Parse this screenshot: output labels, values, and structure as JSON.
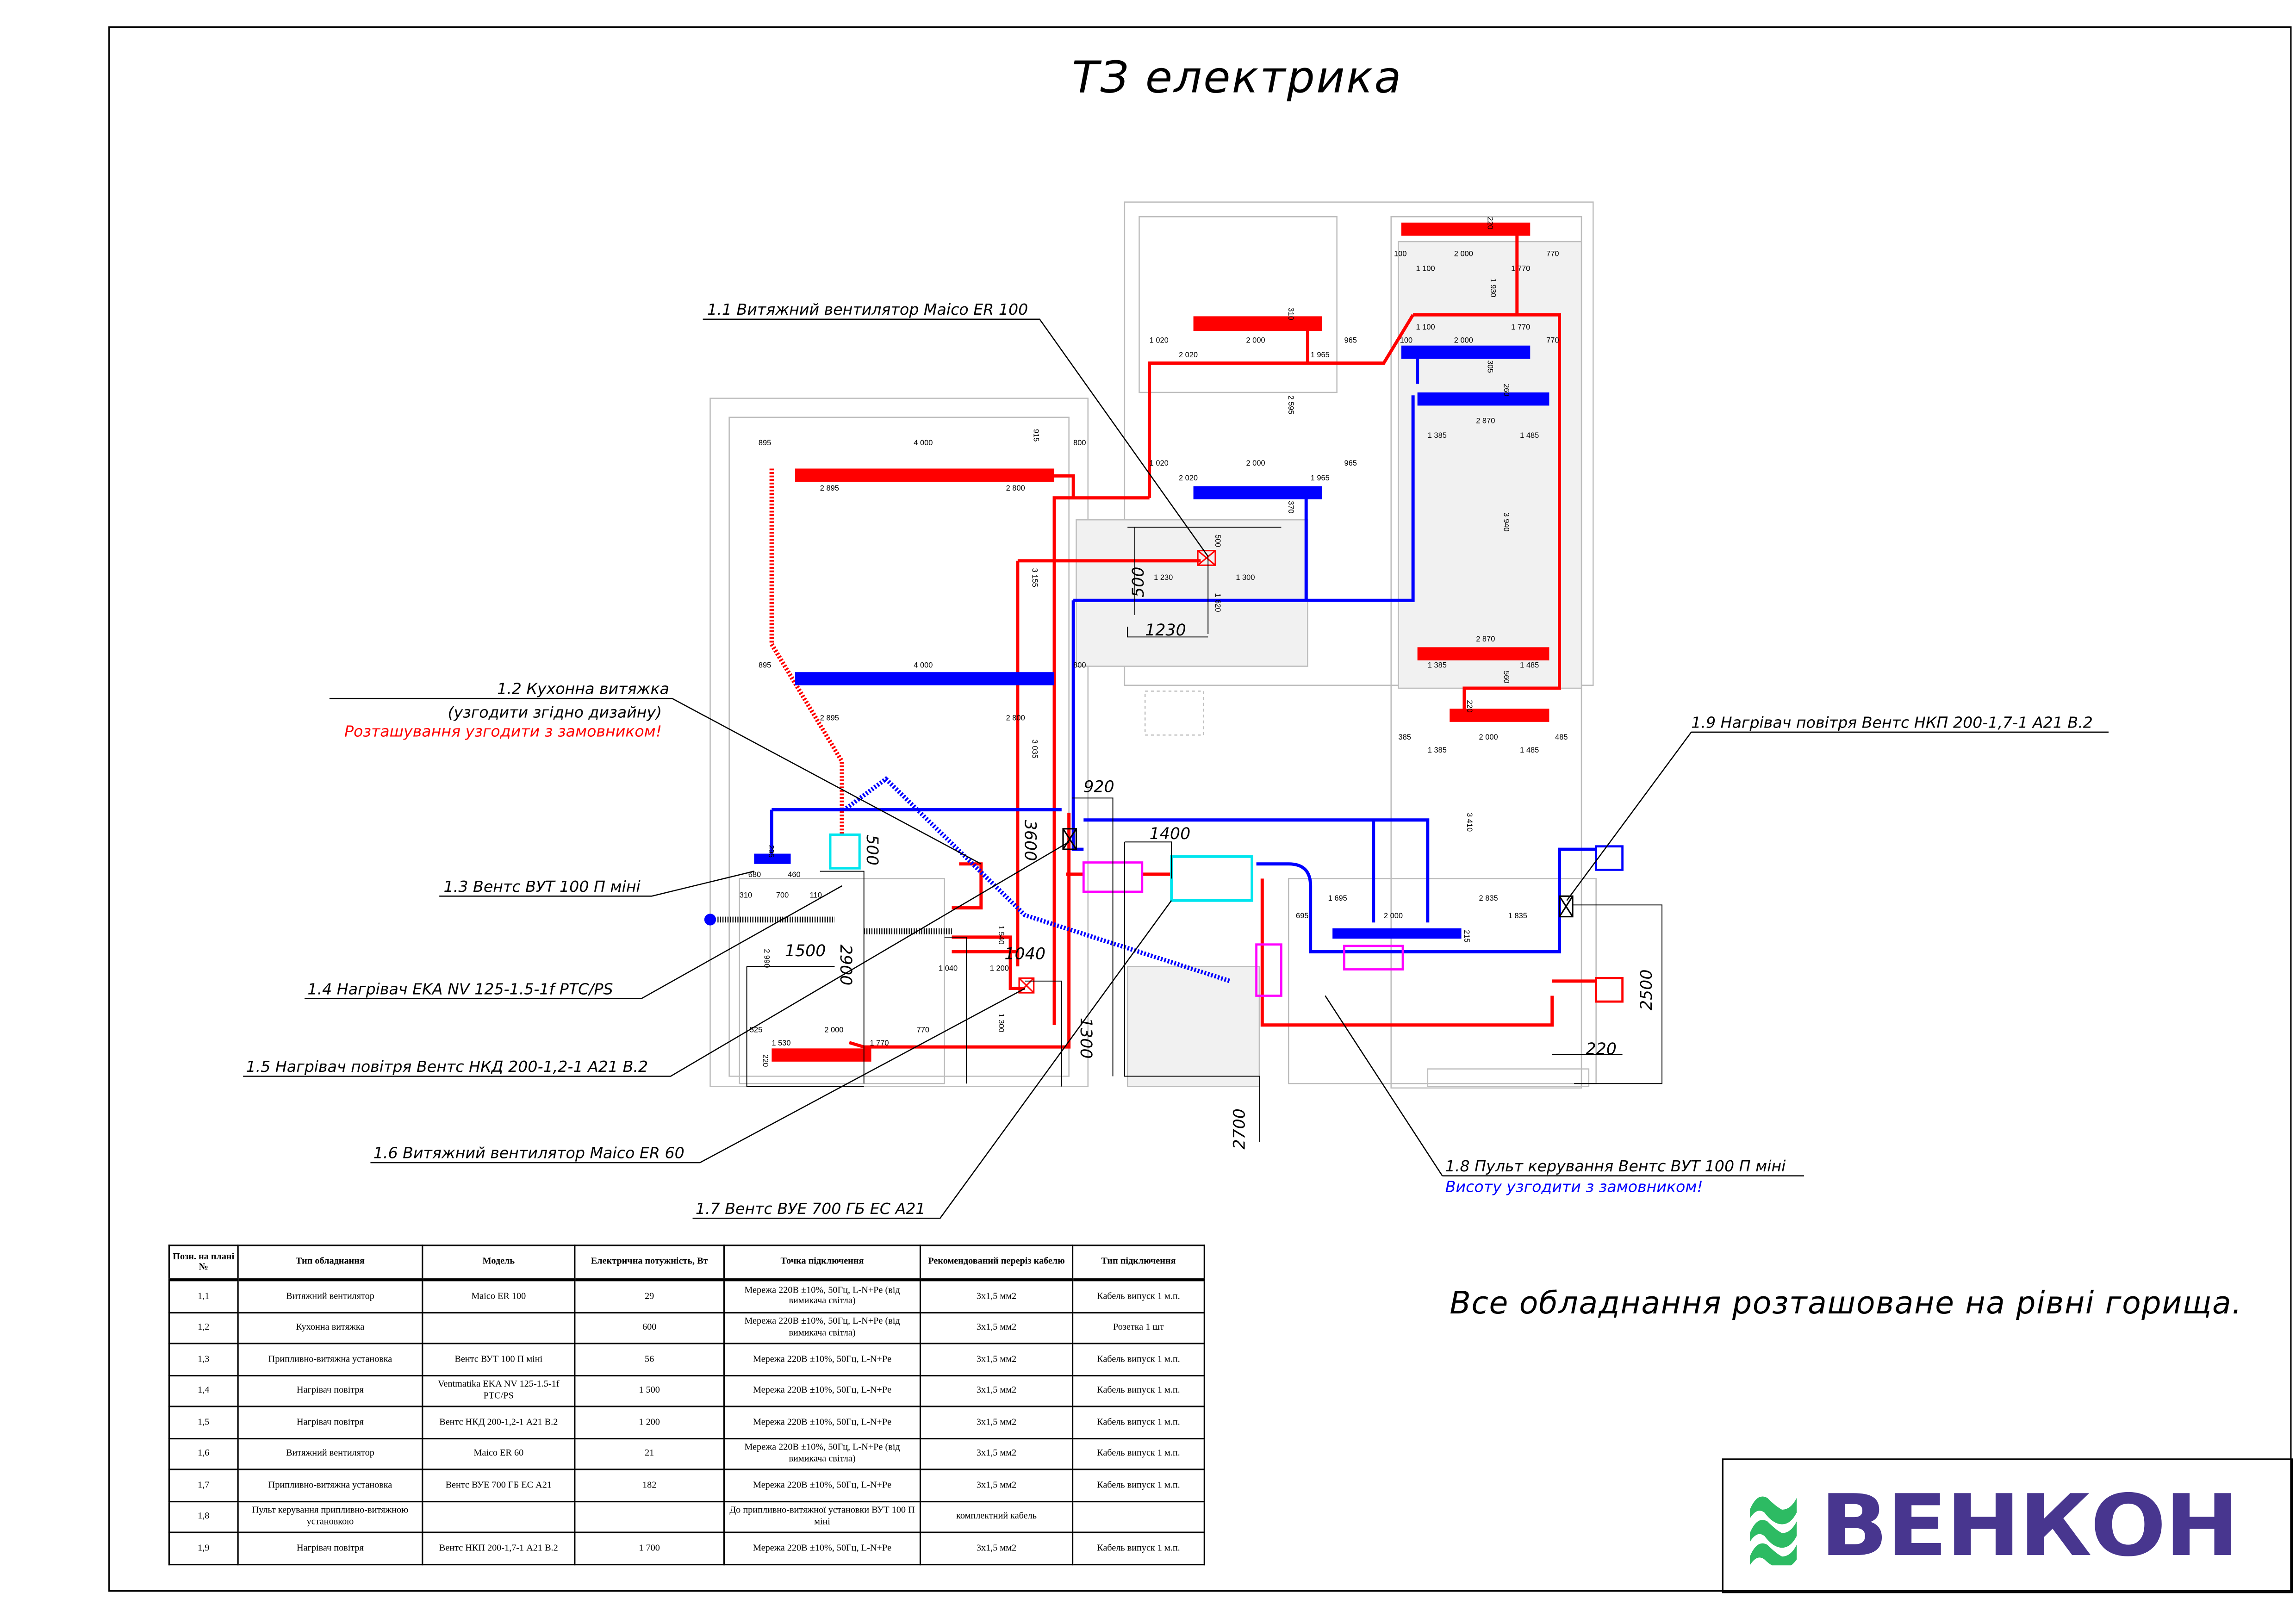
{
  "title": "ТЗ електрика",
  "note": "Все обладнання розташоване на рівні горища.",
  "logo": {
    "text": "ВЕНКОН",
    "brand_color": "#48368f",
    "wave_color": "#2dbb63"
  },
  "colors": {
    "supply": "#ff0000",
    "exhaust": "#0000ff",
    "heater": "#ff00ff",
    "unit": "#00e5ee"
  },
  "callouts": [
    {
      "id": "1.1",
      "text": "1.1 Витяжний вентилятор Maico ER 100"
    },
    {
      "id": "1.2",
      "text": "1.2 Кухонна витяжка",
      "sub": "(узгодити згідно дизайну)",
      "warning": "Розташування узгодити з замовником!"
    },
    {
      "id": "1.3",
      "text": "1.3 Вентс ВУТ 100 П міні"
    },
    {
      "id": "1.4",
      "text": "1.4 Нагрівач EKA NV 125-1.5-1f PTC/PS"
    },
    {
      "id": "1.5",
      "text": "1.5 Нагрівач повітря Вентс НКД 200-1,2-1 A21 B.2"
    },
    {
      "id": "1.6",
      "text": "1.6 Витяжний вентилятор Maico ER 60"
    },
    {
      "id": "1.7",
      "text": "1.7 Вентс ВУЕ 700 ГБ ЕС А21"
    },
    {
      "id": "1.8",
      "text": "1.8 Пульт керування Вентс ВУТ 100 П міні",
      "sub": "Висоту узгодити з замовником!"
    },
    {
      "id": "1.9",
      "text": "1.9 Нагрівач повітря Вентс НКП 200-1,7-1 A21 B.2"
    }
  ],
  "drawing": {
    "big_dims": [
      "500",
      "1230",
      "920",
      "1400",
      "3600",
      "500",
      "1500",
      "2900",
      "1040",
      "1300",
      "2700",
      "2500",
      "220"
    ],
    "dims": [
      "895",
      "4 000",
      "915",
      "800",
      "2 895",
      "2 800",
      "895",
      "4 000",
      "800",
      "2 895",
      "2 800",
      "3 155",
      "3 035",
      "1 020",
      "2 000",
      "965",
      "2 020",
      "1 965",
      "310",
      "2 595",
      "1 020",
      "2 000",
      "965",
      "2 020",
      "1 965",
      "370",
      "500",
      "1 230",
      "1 300",
      "1 620",
      "100",
      "2 000",
      "770",
      "1 100",
      "1 770",
      "1 930",
      "220",
      "1 100",
      "1 770",
      "100",
      "2 000",
      "770",
      "305",
      "260",
      "2 870",
      "1 385",
      "1 485",
      "3 940",
      "2 870",
      "1 385",
      "1 485",
      "560",
      "220",
      "385",
      "2 000",
      "485",
      "1 385",
      "1 485",
      "3 410",
      "1 695",
      "2 000",
      "2 835",
      "1 835",
      "695",
      "215",
      "295",
      "680",
      "460",
      "310",
      "700",
      "110",
      "2 990",
      "1 540",
      "1 040",
      "1 200",
      "1 300",
      "525",
      "2 000",
      "770",
      "1 530",
      "1 770",
      "220"
    ]
  },
  "table": {
    "headers": [
      "Позн. на плані №",
      "Тип обладнання",
      "Модель",
      "Електрична потужність, Вт",
      "Точка підключення",
      "Рекомендований переріз кабелю",
      "Тип підключення"
    ],
    "rows": [
      [
        "1,1",
        "Витяжний вентилятор",
        "Maico ER 100",
        "29",
        "Мережа 220В ±10%, 50Гц, L-N+Pe (від вимикача світла)",
        "3x1,5 мм2",
        "Кабель випуск 1 м.п."
      ],
      [
        "1,2",
        "Кухонна витяжка",
        "",
        "600",
        "Мережа 220В ±10%, 50Гц, L-N+Pe (від вимикача світла)",
        "3x1,5 мм2",
        "Розетка 1 шт"
      ],
      [
        "1,3",
        "Припливно-витяжна установка",
        "Вентс ВУТ 100 П міні",
        "56",
        "Мережа 220В ±10%, 50Гц, L-N+Pe",
        "3x1,5 мм2",
        "Кабель випуск 1 м.п."
      ],
      [
        "1,4",
        "Нагрівач повітря",
        "Ventmatika EKA NV 125-1.5-1f PTC/PS",
        "1 500",
        "Мережа 220В ±10%, 50Гц, L-N+Pe",
        "3x1,5 мм2",
        "Кабель випуск 1 м.п."
      ],
      [
        "1,5",
        "Нагрівач повітря",
        "Вентс НКД 200-1,2-1 А21 В.2",
        "1 200",
        "Мережа 220В ±10%, 50Гц, L-N+Pe",
        "3x1,5 мм2",
        "Кабель випуск 1 м.п."
      ],
      [
        "1,6",
        "Витяжний вентилятор",
        "Maico ER 60",
        "21",
        "Мережа 220В ±10%, 50Гц, L-N+Pe (від вимикача світла)",
        "3x1,5 мм2",
        "Кабель випуск 1 м.п."
      ],
      [
        "1,7",
        "Припливно-витяжна установка",
        "Вентс ВУЕ 700 ГБ ЕС А21",
        "182",
        "Мережа 220В ±10%, 50Гц, L-N+Pe",
        "3x1,5 мм2",
        "Кабель випуск 1 м.п."
      ],
      [
        "1,8",
        "Пульт керування припливно-витяжною установкою",
        "",
        "",
        "До припливно-витяжної установки ВУТ 100 П міні",
        "комплектний кабель",
        ""
      ],
      [
        "1,9",
        "Нагрівач повітря",
        "Вентс НКП 200-1,7-1 А21 В.2",
        "1 700",
        "Мережа 220В ±10%, 50Гц, L-N+Pe",
        "3x1,5 мм2",
        "Кабель випуск 1 м.п."
      ]
    ]
  }
}
